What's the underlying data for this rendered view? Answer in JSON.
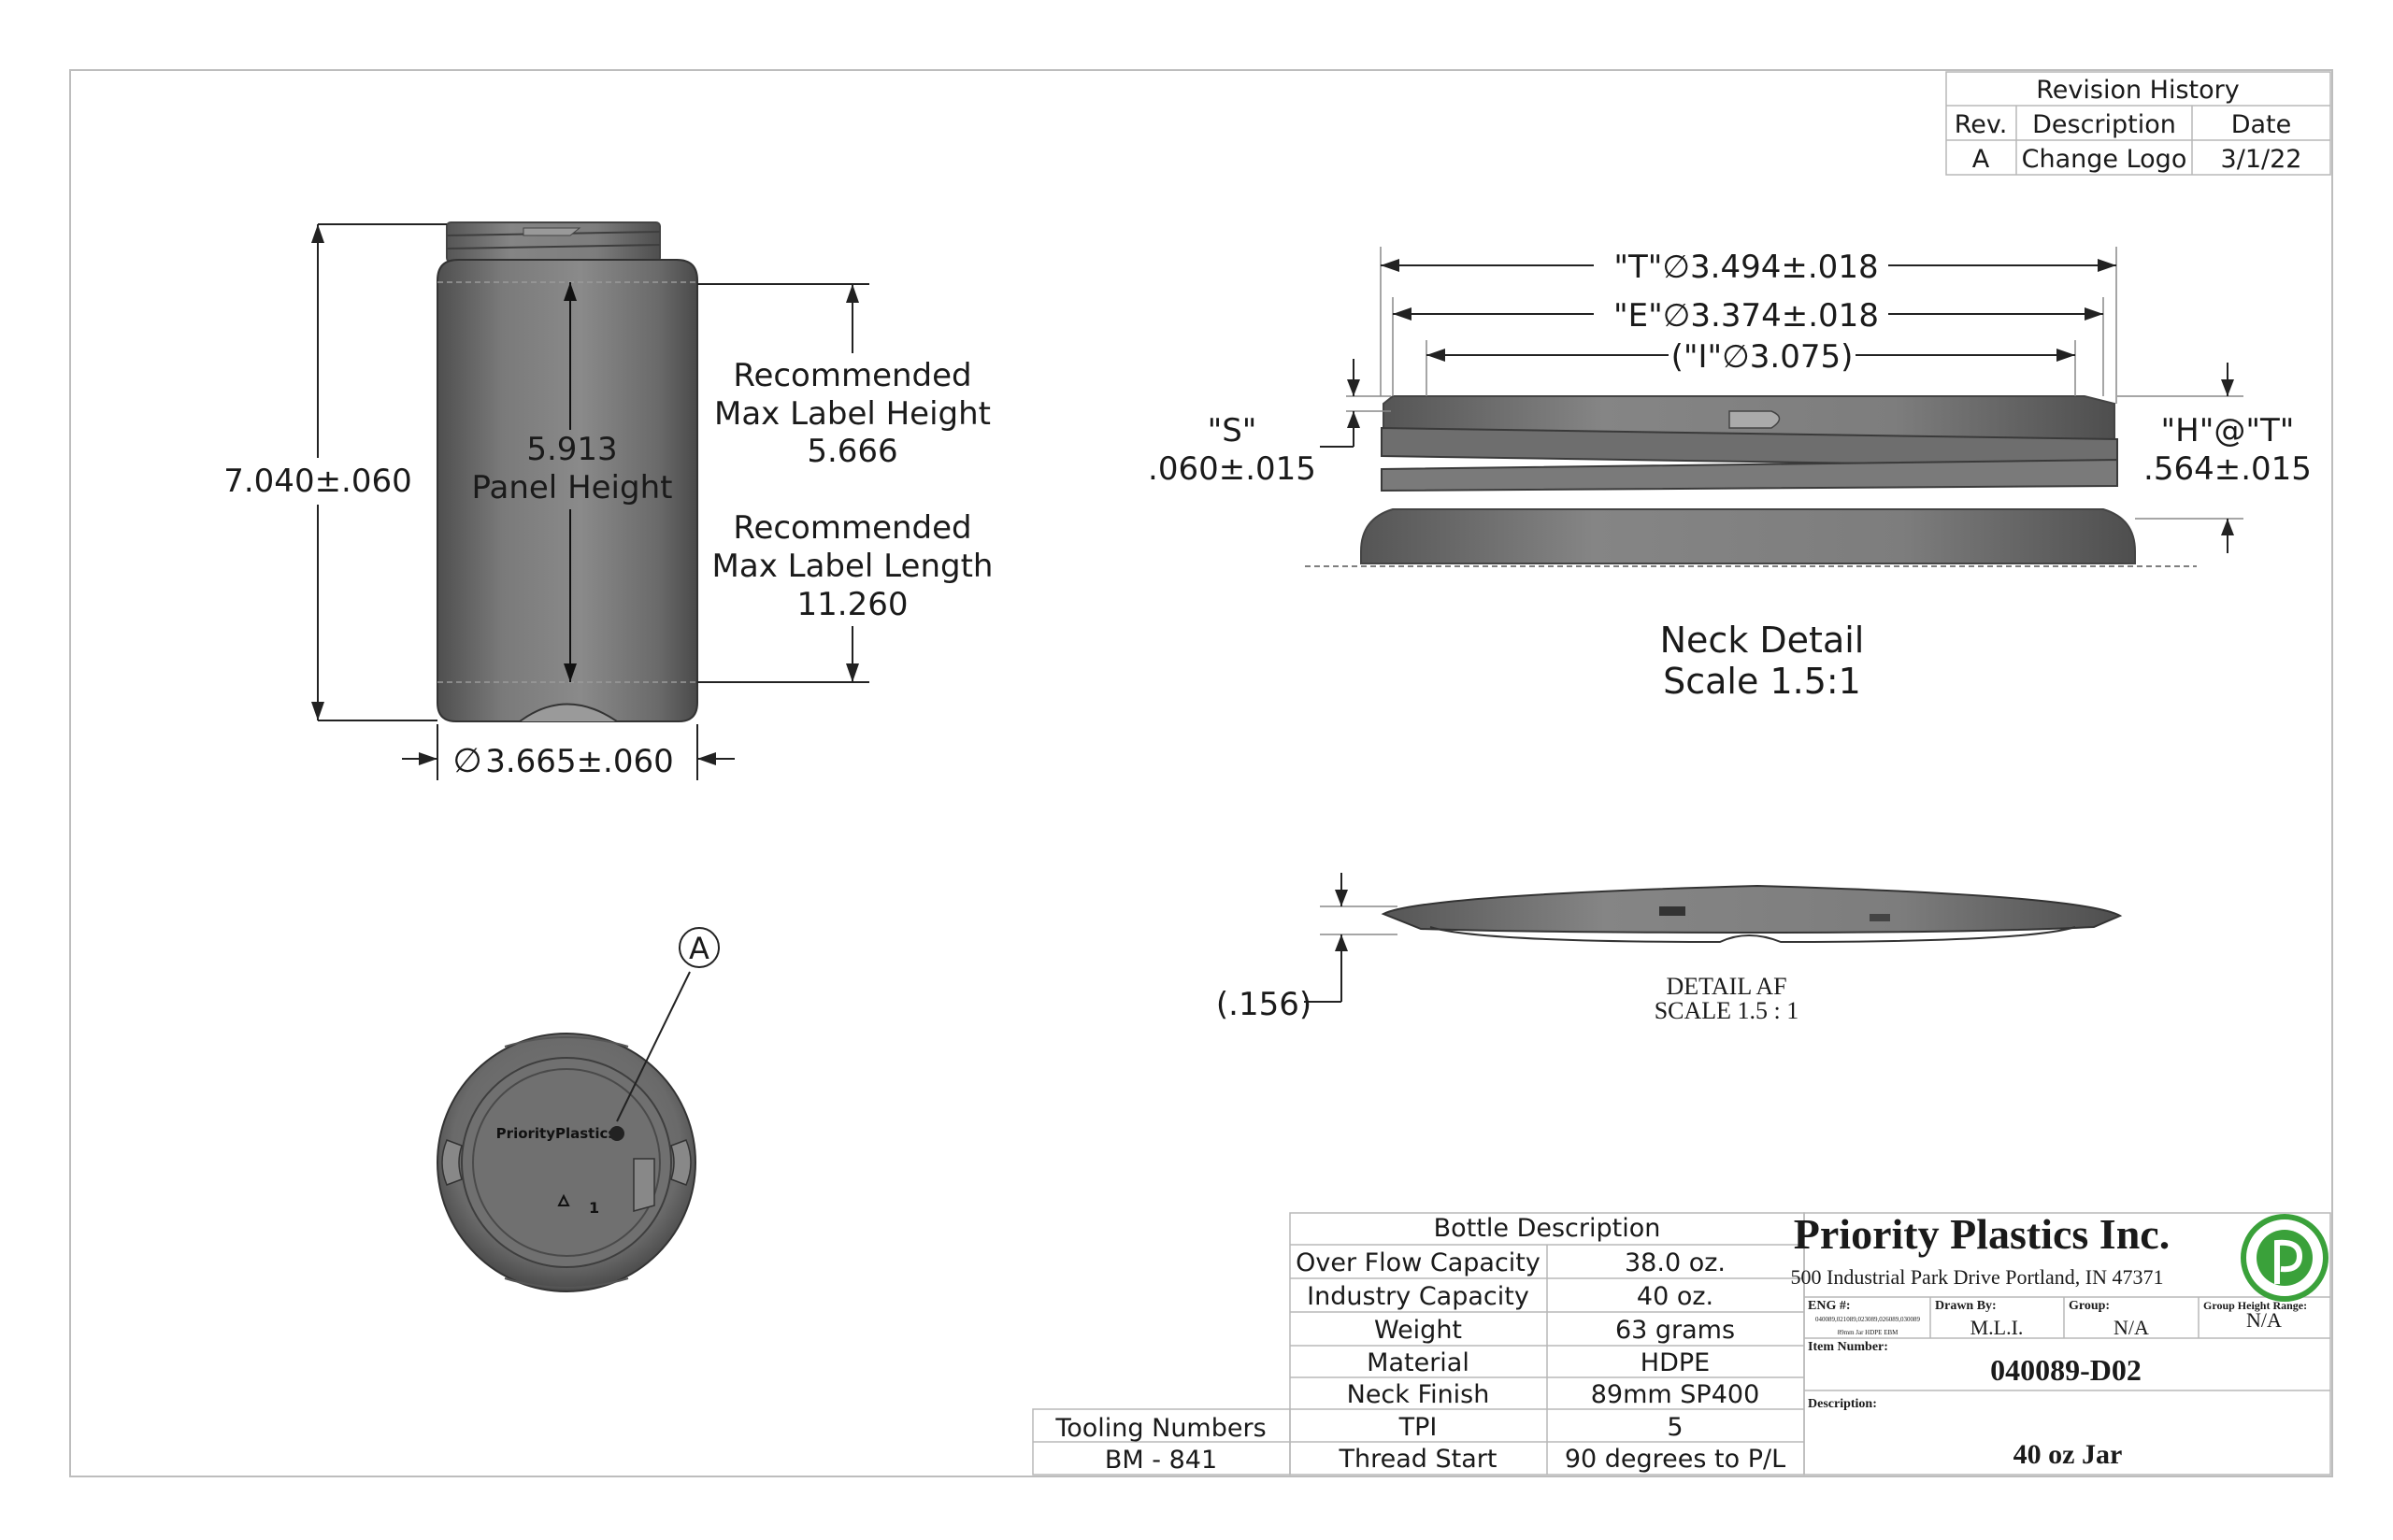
{
  "revision_history": {
    "title": "Revision History",
    "headers": [
      "Rev.",
      "Description",
      "Date"
    ],
    "rows": [
      [
        "A",
        "Change Logo",
        "3/1/22"
      ]
    ]
  },
  "jar_view": {
    "overall_height": "7.040±.060",
    "panel_height_value": "5.913",
    "panel_height_label": "Panel Height",
    "diameter": "3.665±.060",
    "diameter_symbol": "∅",
    "label_height_line1": "Recommended",
    "label_height_line2": "Max Label Height",
    "label_height_value": "5.666",
    "label_length_line1": "Recommended",
    "label_length_line2": "Max Label Length",
    "label_length_value": "11.260"
  },
  "neck_detail": {
    "t_dim": "\"T\"∅3.494±.018",
    "e_dim": "\"E\"∅3.374±.018",
    "i_dim": "(\"I\"∅3.075)",
    "s_label": "\"S\"",
    "s_value": ".060±.015",
    "h_label": "\"H\"@\"T\"",
    "h_value": ".564±.015",
    "title": "Neck Detail",
    "scale": "Scale 1.5:1"
  },
  "detail_af": {
    "value": "(.156)",
    "title": "DETAIL AF",
    "scale": "SCALE 1.5 : 1"
  },
  "bottom_view": {
    "callout": "A",
    "logo_text": "PriorityPlastics",
    "recycle_code": "1"
  },
  "bottle_description": {
    "title": "Bottle Description",
    "rows": [
      [
        "Over Flow Capacity",
        "38.0 oz."
      ],
      [
        "Industry Capacity",
        "40 oz."
      ],
      [
        "Weight",
        "63 grams"
      ],
      [
        "Material",
        "HDPE"
      ],
      [
        "Neck Finish",
        "89mm SP400"
      ],
      [
        "TPI",
        "5"
      ],
      [
        "Thread Start",
        "90 degrees to P/L"
      ]
    ]
  },
  "tooling": {
    "header": "Tooling Numbers",
    "value": "BM - 841"
  },
  "title_block": {
    "company": "Priority Plastics Inc.",
    "address": "500 Industrial Park Drive Portland, IN 47371",
    "eng_label": "ENG #:",
    "eng_value_line1": "040089,021089,023089,026089,030089",
    "eng_value_line2": "89mm Jar HDPE EBM",
    "drawn_by_label": "Drawn By:",
    "drawn_by_value": "M.L.I.",
    "group_label": "Group:",
    "group_value": "N/A",
    "group_height_label": "Group Height Range:",
    "group_height_value": "N/A",
    "item_number_label": "Item Number:",
    "item_number_value": "040089-D02",
    "description_label": "Description:",
    "description_value": "40 oz Jar"
  },
  "colors": {
    "jar_body": "#6e6e6e",
    "logo_green": "#3aa13a",
    "line": "#222222"
  }
}
